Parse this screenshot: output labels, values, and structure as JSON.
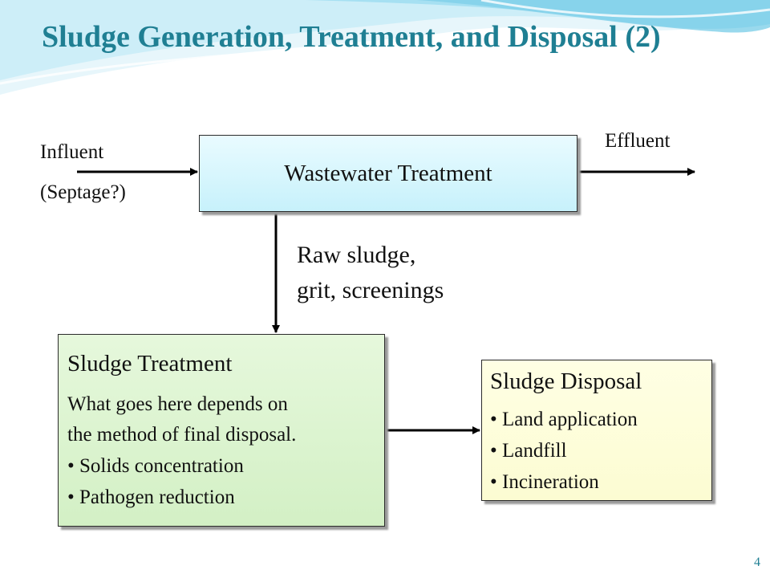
{
  "title": "Sludge Generation, Treatment, and Disposal (2)",
  "influent": {
    "line1": "Influent",
    "line2": "(Septage?)"
  },
  "effluent": "Effluent",
  "wastewater_treatment": "Wastewater Treatment",
  "raw_sludge": {
    "line1": "Raw sludge,",
    "line2": "grit, screenings"
  },
  "sludge_treatment": {
    "heading": "Sludge Treatment",
    "body_line1": "What goes here depends on",
    "body_line2": "the method of final disposal.",
    "bullets": [
      "• Solids concentration",
      "• Pathogen reduction"
    ]
  },
  "sludge_disposal": {
    "heading": "Sludge Disposal",
    "bullets": [
      "• Land application",
      "• Landfill",
      "• Incineration"
    ]
  },
  "slide_number": "4",
  "colors": {
    "title": "#1f7f93",
    "wastewater_box": "#c7f1fb",
    "treatment_box": "#d3f0c5",
    "disposal_box": "#fcfcd2",
    "wave": "#7fd0e8"
  }
}
